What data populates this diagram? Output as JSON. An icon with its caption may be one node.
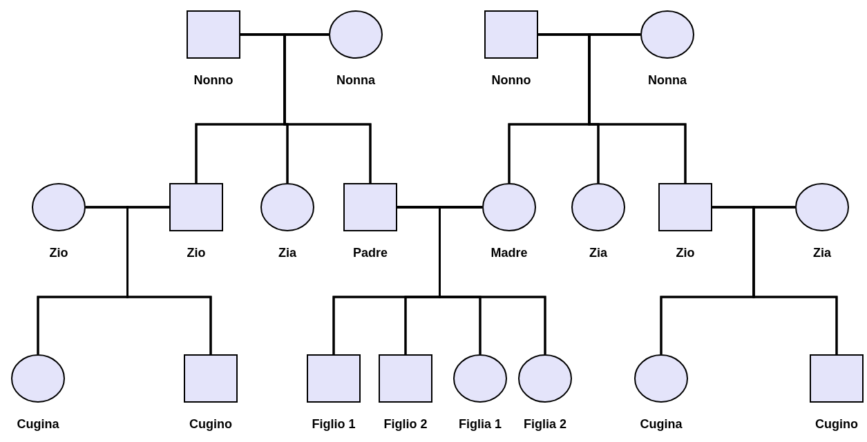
{
  "diagram": {
    "nodes": [
      {
        "text": [
          "Nonno"
        ]
      },
      {
        "text": [
          "Nonna"
        ]
      },
      {
        "text": [
          "Nonno"
        ]
      },
      {
        "text": [
          "Nonna"
        ]
      },
      {
        "text": [
          "Zio"
        ]
      },
      {
        "text": [
          "Zio"
        ]
      },
      {
        "text": [
          "Zia"
        ]
      },
      {
        "text": [
          "Padre"
        ]
      },
      {
        "text": [
          "Madre"
        ]
      },
      {
        "text": [
          "Zia"
        ]
      },
      {
        "text": [
          "Zio"
        ]
      },
      {
        "text": [
          "Zia"
        ]
      },
      {
        "text": [
          "Cugina"
        ]
      },
      {
        "text": [
          "Cugino"
        ]
      },
      {
        "text": [
          "Figlio 1"
        ]
      },
      {
        "text": [
          "Figlio 2"
        ]
      },
      {
        "text": [
          "Figlia 1"
        ]
      },
      {
        "text": [
          "Figlia 2"
        ]
      },
      {
        "text": [
          "Cugina"
        ]
      },
      {
        "text": [
          "Cugino"
        ]
      }
    ],
    "edges": [
      {
        "from": 0,
        "to": 1,
        "arrow": "none"
      },
      {
        "from": 2,
        "to": 3,
        "arrow": "none"
      },
      {
        "from": 0,
        "to": 5,
        "arrow": "none"
      },
      {
        "from": 1,
        "to": 5,
        "arrow": "none"
      },
      {
        "from": 0,
        "to": 6,
        "arrow": "none"
      },
      {
        "from": 1,
        "to": 6,
        "arrow": "none"
      },
      {
        "from": 0,
        "to": 7,
        "arrow": "none"
      },
      {
        "from": 1,
        "to": 7,
        "arrow": "none"
      },
      {
        "from": 2,
        "to": 8,
        "arrow": "none"
      },
      {
        "from": 3,
        "to": 8,
        "arrow": "none"
      },
      {
        "from": 2,
        "to": 9,
        "arrow": "none"
      },
      {
        "from": 3,
        "to": 9,
        "arrow": "none"
      },
      {
        "from": 2,
        "to": 10,
        "arrow": "none"
      },
      {
        "from": 3,
        "to": 10,
        "arrow": "none"
      },
      {
        "from": 4,
        "to": 5,
        "arrow": "none"
      },
      {
        "from": 7,
        "to": 8,
        "arrow": "none"
      },
      {
        "from": 10,
        "to": 11,
        "arrow": "none"
      },
      {
        "from": 4,
        "to": 12,
        "arrow": "none"
      },
      {
        "from": 5,
        "to": 12,
        "arrow": "none"
      },
      {
        "from": 4,
        "to": 13,
        "arrow": "none"
      },
      {
        "from": 5,
        "to": 13,
        "arrow": "none"
      },
      {
        "from": 7,
        "to": 14,
        "arrow": "none"
      },
      {
        "from": 8,
        "to": 14,
        "arrow": "none"
      },
      {
        "from": 7,
        "to": 15,
        "arrow": "none"
      },
      {
        "from": 8,
        "to": 15,
        "arrow": "none"
      },
      {
        "from": 7,
        "to": 16,
        "arrow": "none"
      },
      {
        "from": 8,
        "to": 16,
        "arrow": "none"
      },
      {
        "from": 7,
        "to": 17,
        "arrow": "none"
      },
      {
        "from": 8,
        "to": 17,
        "arrow": "none"
      },
      {
        "from": 10,
        "to": 18,
        "arrow": "none"
      },
      {
        "from": 11,
        "to": 18,
        "arrow": "none"
      },
      {
        "from": 10,
        "to": 19,
        "arrow": "none"
      },
      {
        "from": 11,
        "to": 19,
        "arrow": "none"
      }
    ]
  }
}
